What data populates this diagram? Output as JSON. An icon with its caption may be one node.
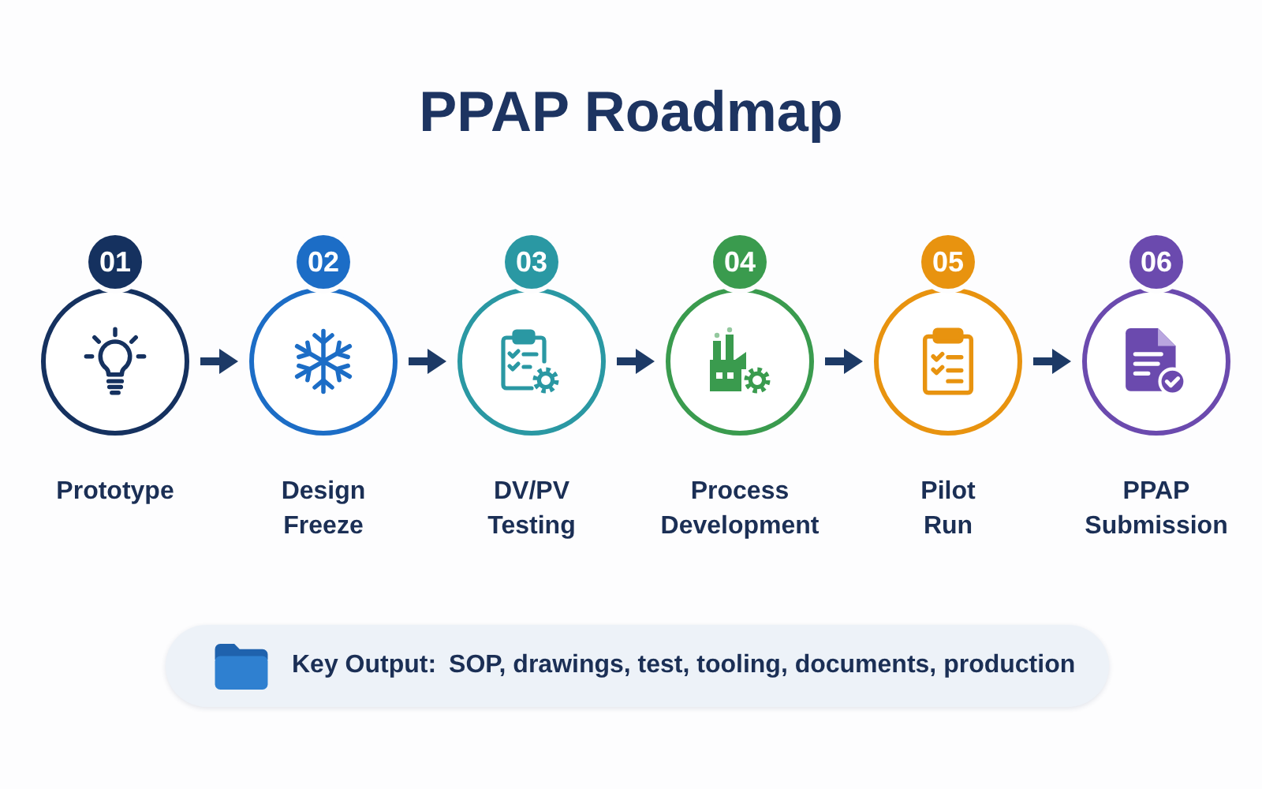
{
  "diagram": {
    "title": "PPAP Roadmap",
    "nodes": [
      {
        "text": [
          "01",
          "Prototype"
        ]
      },
      {
        "text": [
          "02",
          "Design Freeze"
        ]
      },
      {
        "text": [
          "03",
          "DV/PV Testing"
        ]
      },
      {
        "text": [
          "04",
          "Process Development"
        ]
      },
      {
        "text": [
          "05",
          "Pilot Run"
        ]
      },
      {
        "text": [
          "06",
          "PPAP Submission"
        ]
      },
      {
        "text": [
          "Key Output:",
          "SOP, drawings, test, tooling, documents, production"
        ]
      }
    ],
    "edges": [
      {
        "from": 0,
        "to": 1,
        "arrow": "to"
      },
      {
        "from": 1,
        "to": 2,
        "arrow": "to"
      },
      {
        "from": 2,
        "to": 3,
        "arrow": "to"
      },
      {
        "from": 3,
        "to": 4,
        "arrow": "to"
      },
      {
        "from": 4,
        "to": 5,
        "arrow": "to"
      }
    ]
  }
}
